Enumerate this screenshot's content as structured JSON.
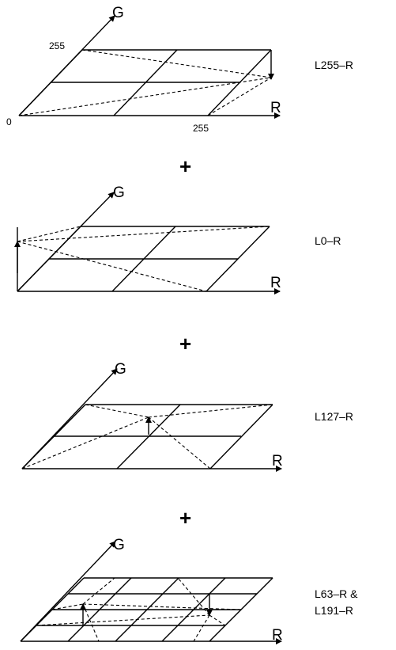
{
  "panels": [
    {
      "label": "L255–R",
      "axis_g": "G",
      "axis_r": "R",
      "tick_g": "255",
      "tick_origin": "0",
      "tick_r": "255"
    },
    {
      "label": "L0–R",
      "axis_g": "G",
      "axis_r": "R"
    },
    {
      "label": "L127–R",
      "axis_g": "G",
      "axis_r": "R"
    },
    {
      "label_line1": "L63–R &",
      "label_line2": "L191–R",
      "axis_g": "G",
      "axis_r": "R"
    }
  ],
  "plus_signs": [
    "+",
    "+",
    "+"
  ]
}
